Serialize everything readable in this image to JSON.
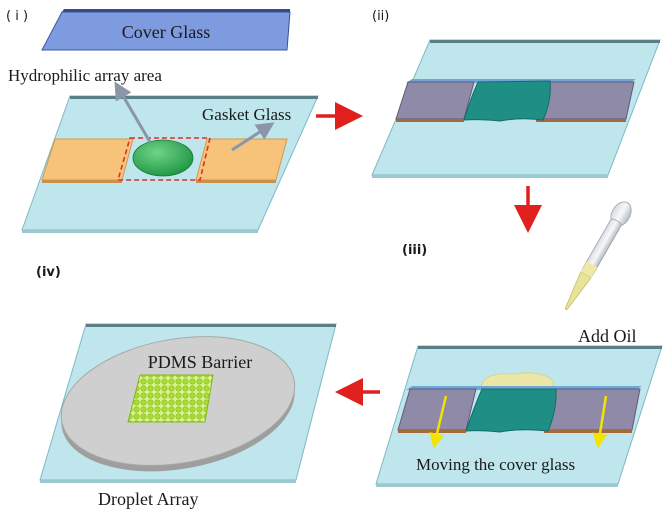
{
  "steps": {
    "i": {
      "label": "( i )"
    },
    "ii": {
      "label": "(ii)"
    },
    "iii": {
      "label": "(iii)"
    },
    "iv": {
      "label": "(iv)"
    }
  },
  "labels": {
    "cover_glass": "Cover Glass",
    "hydrophilic_area": "Hydrophilic array area",
    "gasket_glass": "Gasket Glass",
    "add_oil": "Add Oil",
    "moving_cover": "Moving the cover glass",
    "pdms_barrier": "PDMS Barrier",
    "droplet_array": "Droplet Array"
  },
  "colors": {
    "glass_fill": "#bfe6ec",
    "glass_edge": "#7fb8c4",
    "cover_glass": "#7f9be0",
    "gasket_orange": "#f7c27a",
    "gasket_purple": "#8f8aa8",
    "droplet_green": "#2fae56",
    "droplet_teal": "#1f8f86",
    "oil_yellow": "#f0e6a6",
    "arrow_red": "#e0201c",
    "arrow_grey": "#8a97a8",
    "arrow_yellow": "#f2e400",
    "pdms_grey": "#c8c8c8",
    "dot_green": "#b6e84a"
  }
}
